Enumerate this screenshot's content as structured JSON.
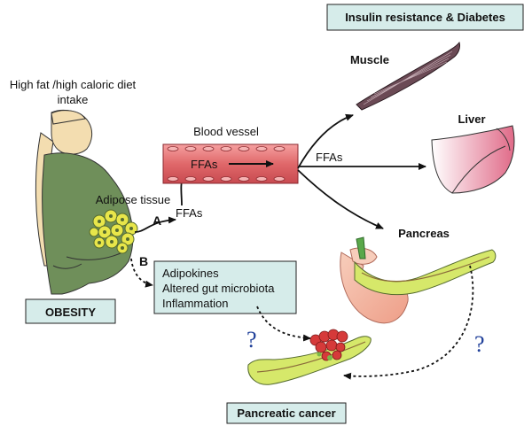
{
  "labels": {
    "insulin_resistance": "Insulin resistance & Diabetes",
    "diet_line1": "High fat /high caloric diet",
    "diet_line2": "intake",
    "muscle": "Muscle",
    "liver": "Liver",
    "blood_vessel": "Blood vessel",
    "ffas_vessel": "FFAs",
    "ffas_branch": "FFAs",
    "adipose_tissue": "Adipose tissue",
    "ffas_adipose": "FFAs",
    "arrow_a": "A",
    "arrow_b": "B",
    "pancreas": "Pancreas",
    "obesity": "OBESITY",
    "pancreatic_cancer": "Pancreatic cancer",
    "question_1": "?",
    "question_2": "?"
  },
  "factors": [
    "Adipokines",
    "Altered gut microbiota",
    "Inflammation"
  ],
  "colors": {
    "teal_box": "#d6ecea",
    "body_green": "#6f8f5a",
    "skin": "#f3ddb0",
    "vessel_red": "#e0686a",
    "liver_pink": "#f0b8c0",
    "pancreas_green": "#d6e86a",
    "pancreas_peach": "#f2b7a0",
    "tumor_red": "#d63a3a",
    "question_blue": "#1f3f99"
  }
}
